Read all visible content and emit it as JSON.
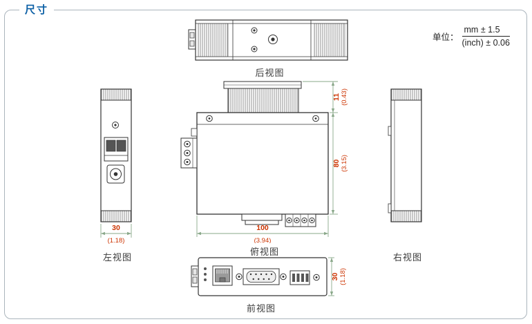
{
  "page": {
    "title": "尺寸",
    "unit_prefix": "单位：",
    "unit_mm": "mm ± 1.5",
    "unit_inch": "(inch) ± 0.06"
  },
  "views": {
    "rear": {
      "label": "后视图"
    },
    "left": {
      "label": "左视图",
      "width": {
        "mm": "30",
        "inch": "(1.18)"
      }
    },
    "top": {
      "label": "俯视图",
      "width": {
        "mm": "100",
        "inch": "(3.94)"
      },
      "height": {
        "mm": "80",
        "inch": "(3.15)"
      },
      "clip": {
        "mm": "11",
        "inch": "(0.43)"
      }
    },
    "right": {
      "label": "右视图"
    },
    "front": {
      "label": "前视图",
      "height": {
        "mm": "30",
        "inch": "(1.18)"
      }
    }
  },
  "colors": {
    "title_blue": "#0b5fa5",
    "dimension_red": "#cc3300",
    "dimension_line_green": "#8aa88a",
    "outline_dark": "#333333",
    "frame_gray": "#aab4bc"
  }
}
